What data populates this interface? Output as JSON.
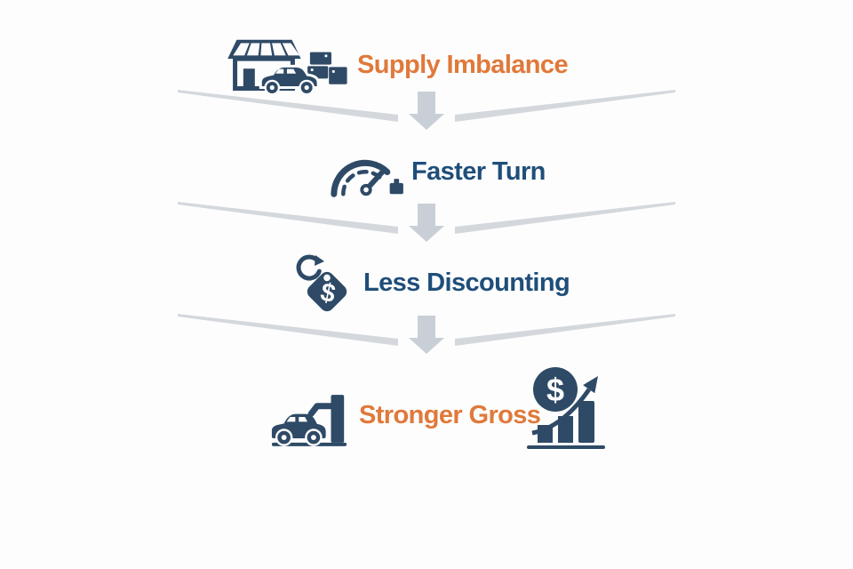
{
  "diagram": {
    "type": "vertical-flow-infographic",
    "background_color": "#fdfdfe",
    "colors": {
      "highlight_orange": "#e0793a",
      "step_text_navy": "#1f4e79",
      "icon_navy": "#2e4a66",
      "connector_arrow_gray": "#c9cfd7",
      "connector_line_gray": "#d4d8dd"
    },
    "steps": [
      {
        "label": "Supply Imbalance",
        "emphasis": "orange",
        "icons": [
          "storefront-with-car-and-inventory"
        ]
      },
      {
        "label": "Faster Turn",
        "emphasis": "navy",
        "icons": [
          "speedometer-gauge"
        ]
      },
      {
        "label": "Less Discounting",
        "emphasis": "navy",
        "icons": [
          "price-tag-with-dollar"
        ]
      },
      {
        "label": "Stronger Gross",
        "emphasis": "orange",
        "icons": [
          "car-with-fuel-pump",
          "dollar-coin-growth-chart"
        ]
      }
    ],
    "connector_count": 3,
    "icon_glyphs": {
      "tag_symbol": "$",
      "coin_symbol": "$"
    }
  }
}
